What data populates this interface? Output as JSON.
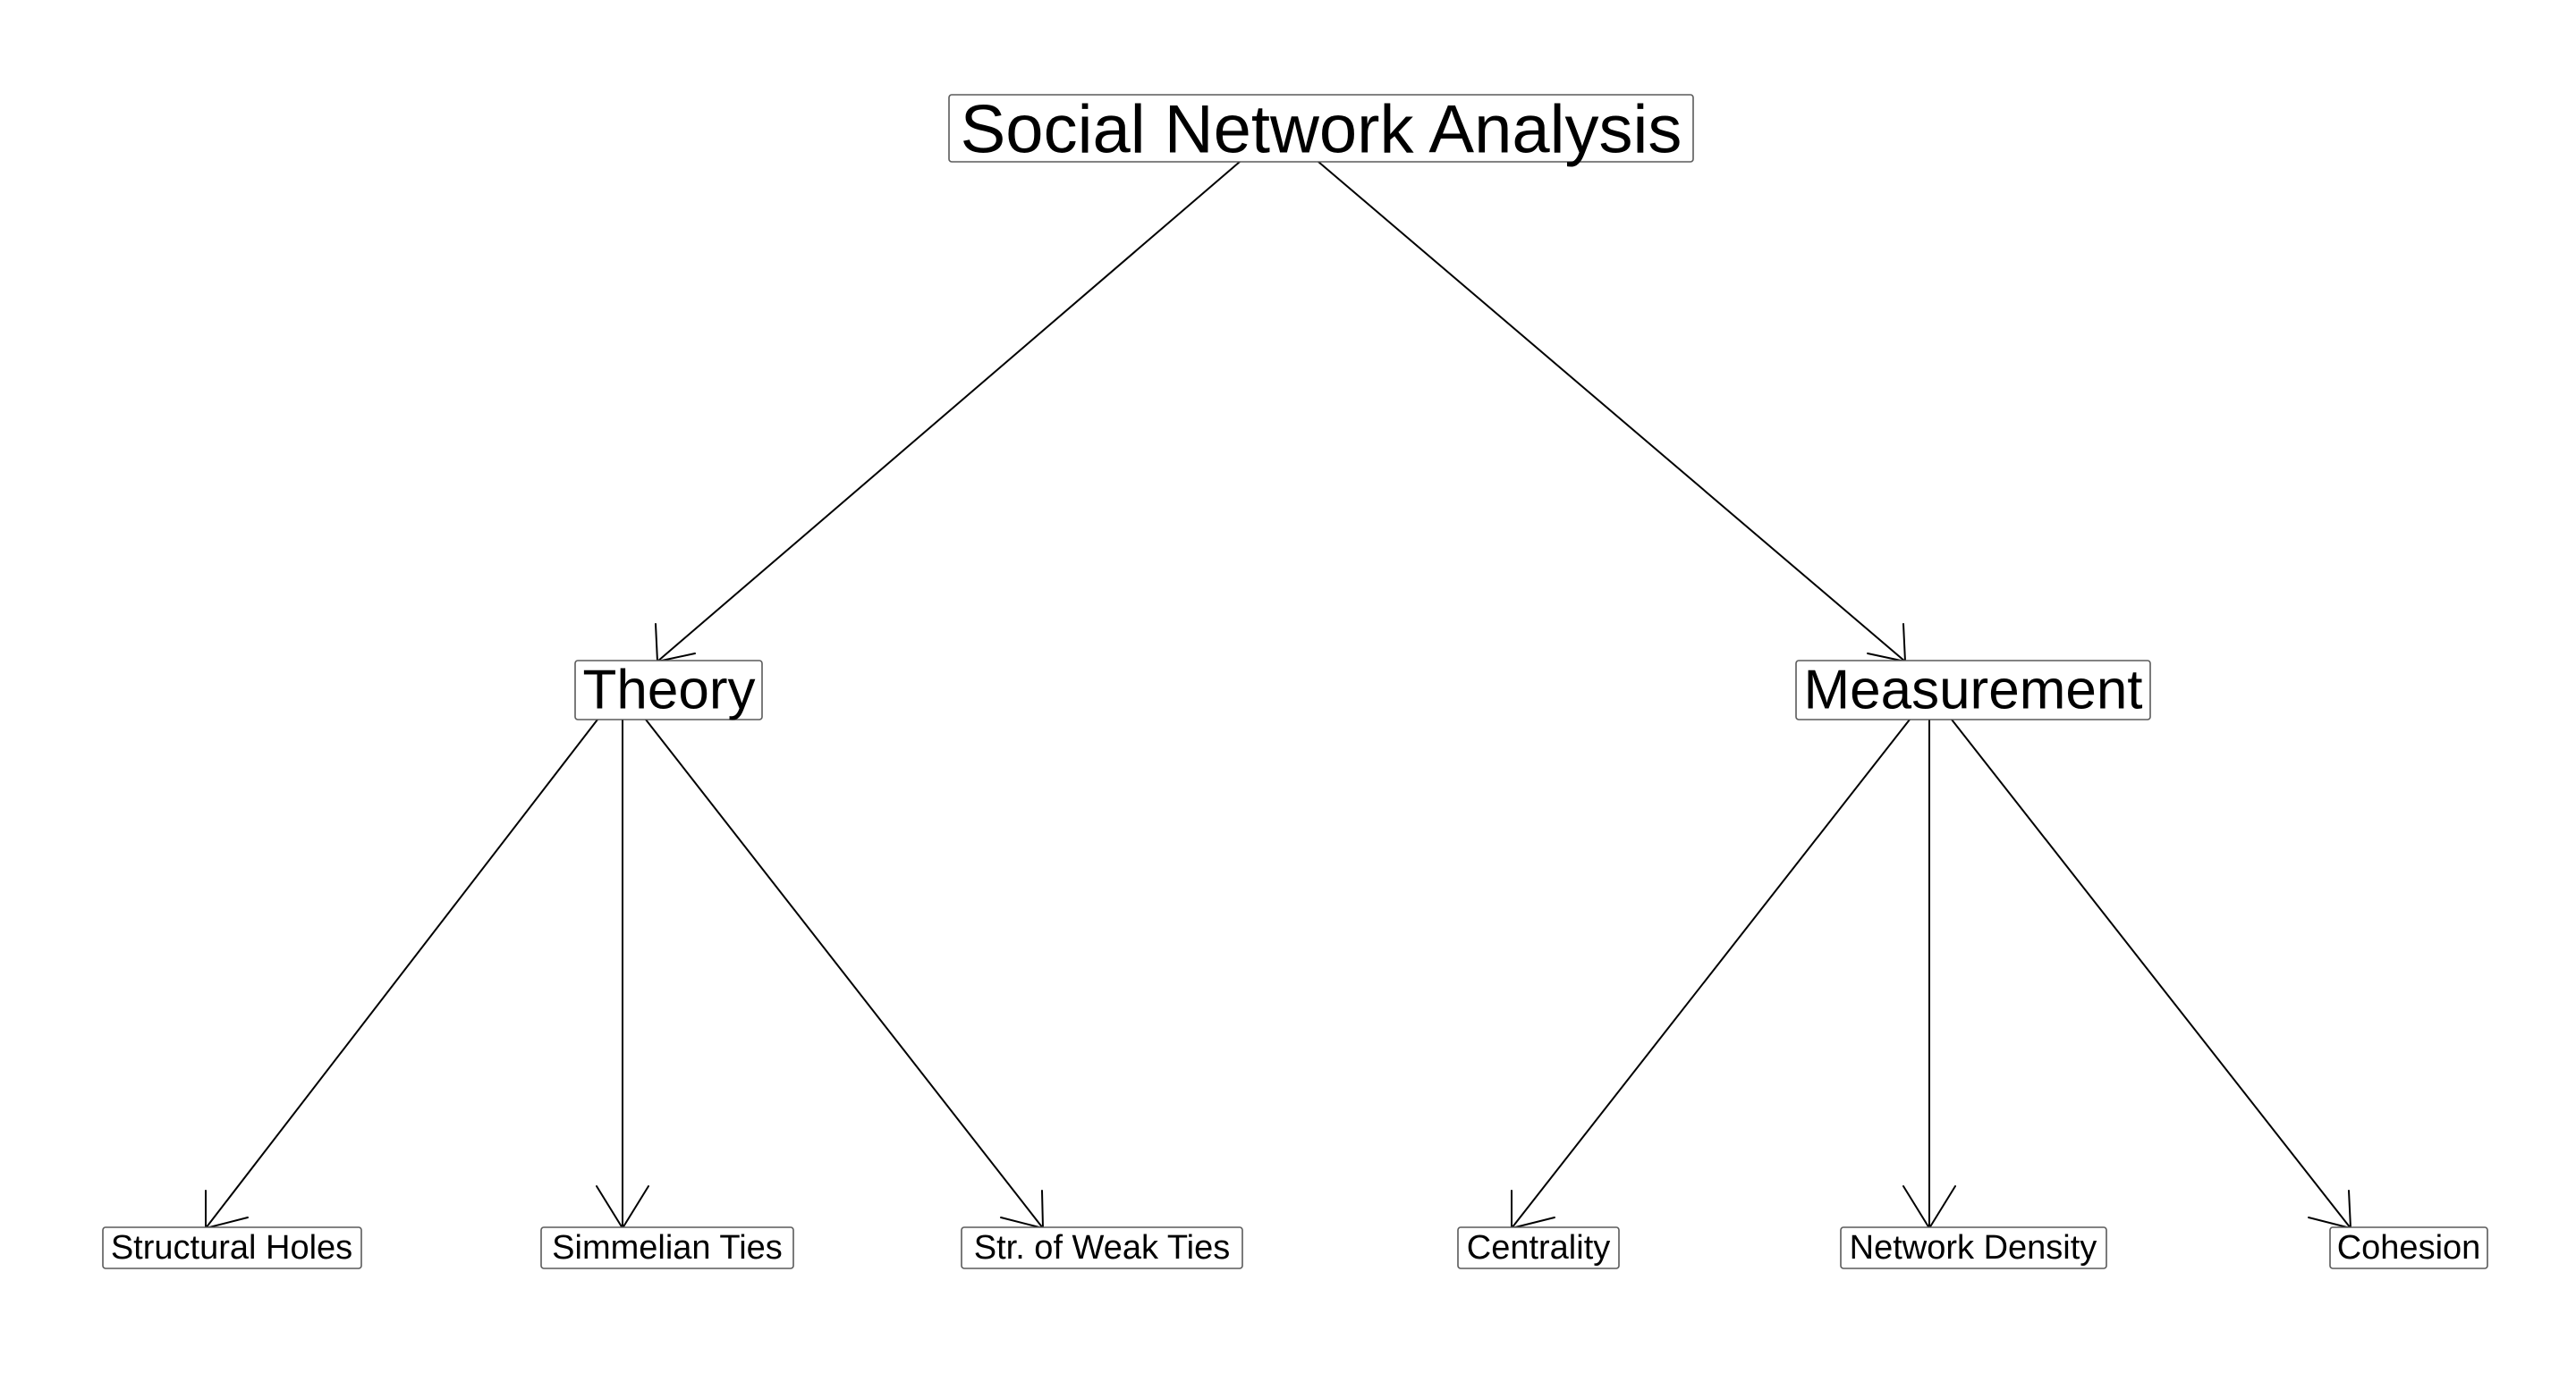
{
  "diagram": {
    "root": {
      "label": "Social Network Analysis",
      "children": [
        {
          "label": "Theory",
          "children": [
            {
              "label": "Structural Holes"
            },
            {
              "label": "Simmelian Ties"
            },
            {
              "label": "Str. of Weak Ties"
            }
          ]
        },
        {
          "label": "Measurement",
          "children": [
            {
              "label": "Centrality"
            },
            {
              "label": "Network Density"
            },
            {
              "label": "Cohesion"
            }
          ]
        }
      ]
    }
  }
}
